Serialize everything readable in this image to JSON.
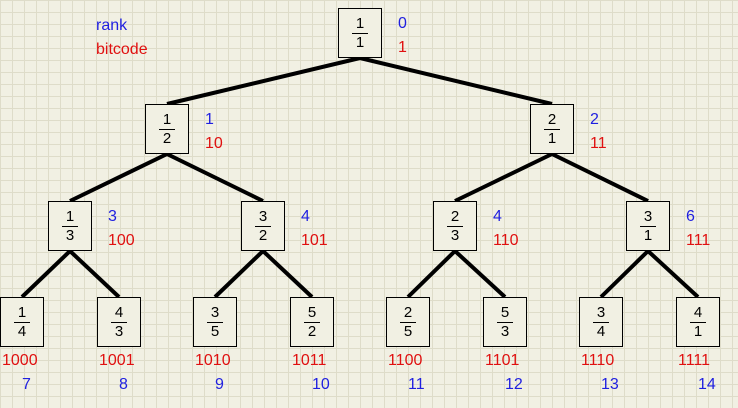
{
  "legend": {
    "rank_label": "rank",
    "bitcode_label": "bitcode"
  },
  "colors": {
    "rank": "#1f1fe0",
    "bitcode": "#e01010"
  },
  "nodes": [
    {
      "num": "1",
      "den": "1",
      "rank": "0",
      "bitcode": "1"
    },
    {
      "num": "1",
      "den": "2",
      "rank": "1",
      "bitcode": "10"
    },
    {
      "num": "2",
      "den": "1",
      "rank": "2",
      "bitcode": "11"
    },
    {
      "num": "1",
      "den": "3",
      "rank": "3",
      "bitcode": "100"
    },
    {
      "num": "3",
      "den": "2",
      "rank": "4",
      "bitcode": "101"
    },
    {
      "num": "2",
      "den": "3",
      "rank": "4",
      "bitcode": "110"
    },
    {
      "num": "3",
      "den": "1",
      "rank": "6",
      "bitcode": "111"
    },
    {
      "num": "1",
      "den": "4",
      "rank": "7",
      "bitcode": "1000"
    },
    {
      "num": "4",
      "den": "3",
      "rank": "8",
      "bitcode": "1001"
    },
    {
      "num": "3",
      "den": "5",
      "rank": "9",
      "bitcode": "1010"
    },
    {
      "num": "5",
      "den": "2",
      "rank": "10",
      "bitcode": "1011"
    },
    {
      "num": "2",
      "den": "5",
      "rank": "11",
      "bitcode": "1100"
    },
    {
      "num": "5",
      "den": "3",
      "rank": "12",
      "bitcode": "1101"
    },
    {
      "num": "3",
      "den": "4",
      "rank": "13",
      "bitcode": "1110"
    },
    {
      "num": "4",
      "den": "1",
      "rank": "14",
      "bitcode": "1111"
    }
  ]
}
